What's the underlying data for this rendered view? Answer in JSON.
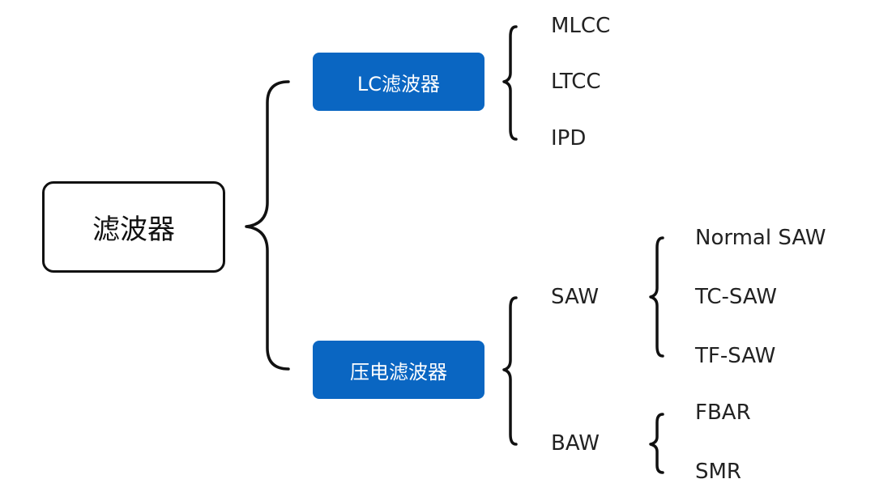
{
  "root": {
    "label": "滤波器"
  },
  "colors": {
    "category_fill": "#0a66c2",
    "category_text": "#ffffff",
    "line": "#111111"
  },
  "categories": [
    {
      "label": "LC滤波器",
      "children": [
        {
          "label": "MLCC"
        },
        {
          "label": "LTCC"
        },
        {
          "label": "IPD"
        }
      ]
    },
    {
      "label": "压电滤波器",
      "children": [
        {
          "label": "SAW",
          "children": [
            {
              "label": "Normal SAW"
            },
            {
              "label": "TC-SAW"
            },
            {
              "label": "TF-SAW"
            }
          ]
        },
        {
          "label": "BAW",
          "children": [
            {
              "label": "FBAR"
            },
            {
              "label": "SMR"
            }
          ]
        }
      ]
    }
  ]
}
